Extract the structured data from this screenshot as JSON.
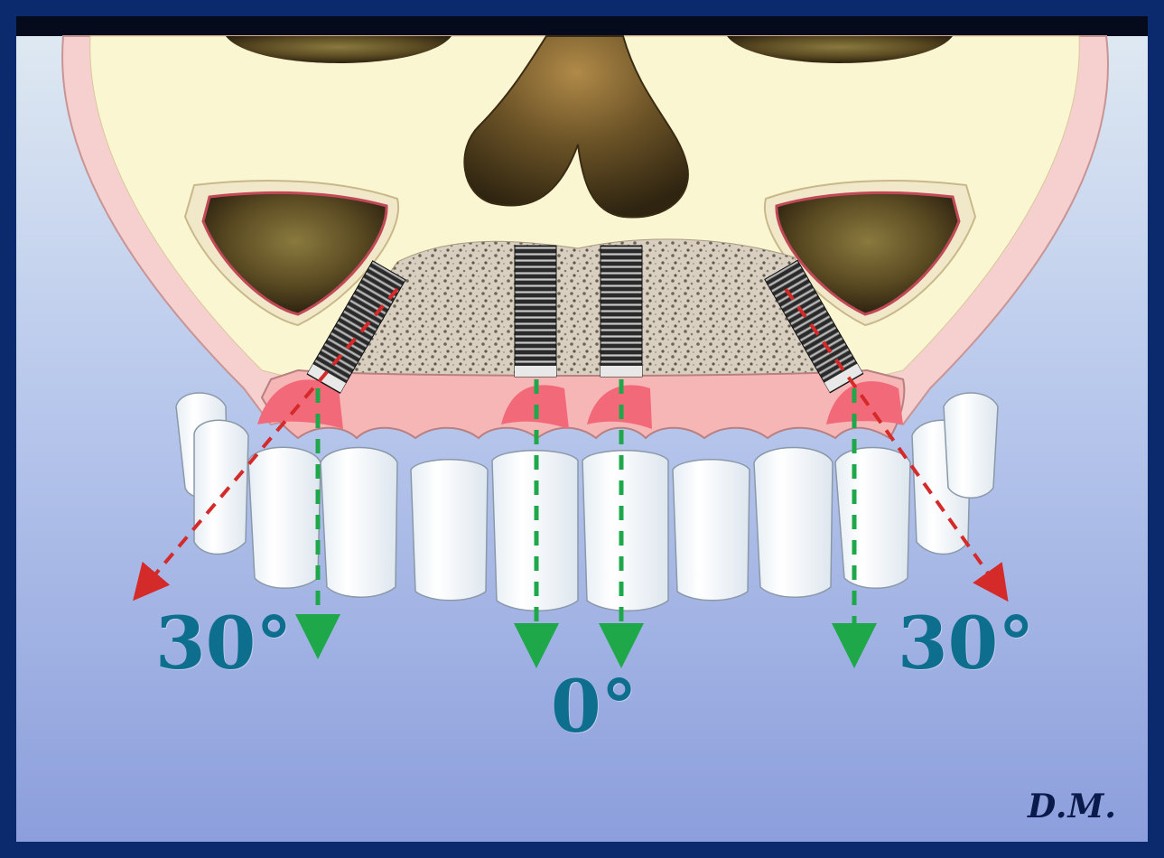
{
  "labels": {
    "left_angle": "30°",
    "right_angle": "30°",
    "center_angle": "0°"
  },
  "signature": "D.M.",
  "colors": {
    "angle_text": "#0e6e8e",
    "tilted_axis": "#d42a2a",
    "vertical_axis": "#1fa84a",
    "bone": "#fbf6d2",
    "gum": "#f7b6b6",
    "background_top": "#d8e4f0",
    "background_bottom": "#8ea0dc"
  },
  "implants": [
    {
      "name": "left-tilted-implant",
      "angle_deg": 30
    },
    {
      "name": "left-center-implant",
      "angle_deg": 0
    },
    {
      "name": "right-center-implant",
      "angle_deg": 0
    },
    {
      "name": "right-tilted-implant",
      "angle_deg": 30
    }
  ]
}
